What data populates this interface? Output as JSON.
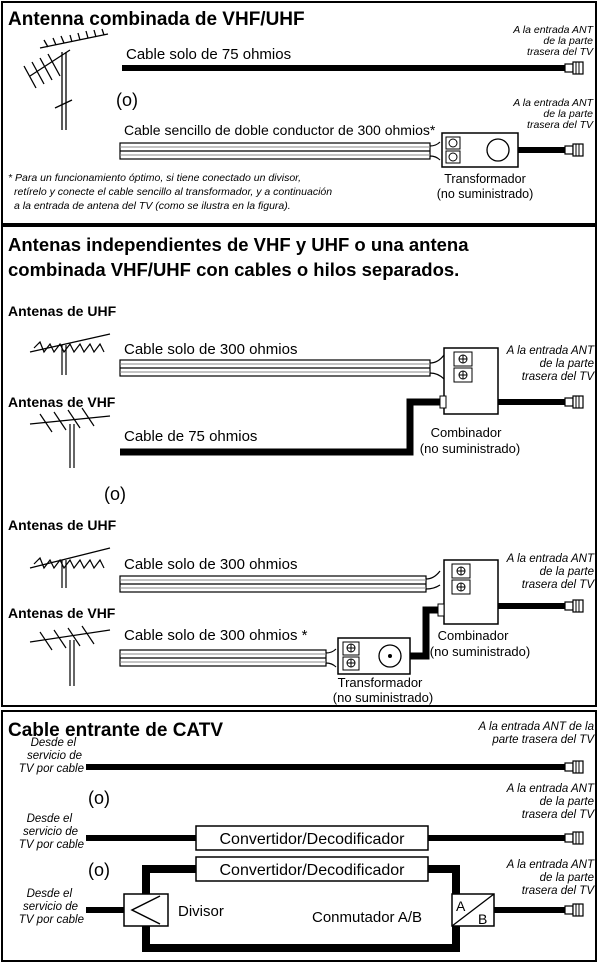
{
  "s1": {
    "title": "Antenna combinada de VHF/UHF",
    "cable75": "Cable solo de 75 ohmios",
    "or": "(o)",
    "cable300": "Cable sencillo de doble conductor de 300 ohmios*",
    "dest1": [
      "A la entrada ANT",
      "de la parte",
      "trasera del TV"
    ],
    "dest2": [
      "A la entrada ANT",
      "de la parte",
      "trasera del TV"
    ],
    "note": [
      "* Para un funcionamiento óptimo, si tiene conectado un divisor,",
      "retírelo y conecte el cable sencillo al transformador, y a continuación",
      "a la entrada de antena del TV (como se ilustra en la figura)."
    ],
    "transformer": [
      "Transformador",
      "(no suministrado)"
    ]
  },
  "s2": {
    "title": [
      "Antenas independientes de VHF y UHF o una antena",
      "combinada VHF/UHF con cables o hilos separados."
    ],
    "uhf": "Antenas de UHF",
    "vhf": "Antenas de VHF",
    "cable300": "Cable solo de 300 ohmios",
    "cable75": "Cable de 75 ohmios",
    "combiner": [
      "Combinador",
      "(no suministrado)"
    ],
    "dest": [
      "A la entrada ANT",
      "de la parte",
      "trasera del TV"
    ],
    "or": "(o)",
    "uhf2": "Antenas de UHF",
    "vhf2": "Antenas de VHF",
    "cable300b": "Cable solo de 300 ohmios",
    "cable300c": "Cable solo de 300 ohmios *",
    "combiner2": [
      "Combinador",
      "(no suministrado)"
    ],
    "dest2": [
      "A la entrada ANT",
      "de la parte",
      "trasera del TV"
    ],
    "transformer": [
      "Transformador",
      "(no suministrado)"
    ]
  },
  "s3": {
    "title": "Cable entrante de CATV",
    "dest1": [
      "A la entrada ANT de la",
      "parte trasera del TV"
    ],
    "src1": [
      "Desde el",
      "servicio de",
      "TV por cable"
    ],
    "or1": "(o)",
    "dest2": [
      "A la entrada ANT",
      "de la parte",
      "trasera del TV"
    ],
    "src2": [
      "Desde el",
      "servicio de",
      "TV por cable"
    ],
    "converter": "Convertidor/Decodificador",
    "or2": "(o)",
    "dest3": [
      "A la entrada ANT",
      "de la parte",
      "trasera del TV"
    ],
    "src3": [
      "Desde el",
      "servicio de",
      "TV por cable"
    ],
    "converter2": "Convertidor/Decodificador",
    "divider": "Divisor",
    "switch": "Conmutador A/B",
    "switchA": "A",
    "switchB": "B"
  }
}
